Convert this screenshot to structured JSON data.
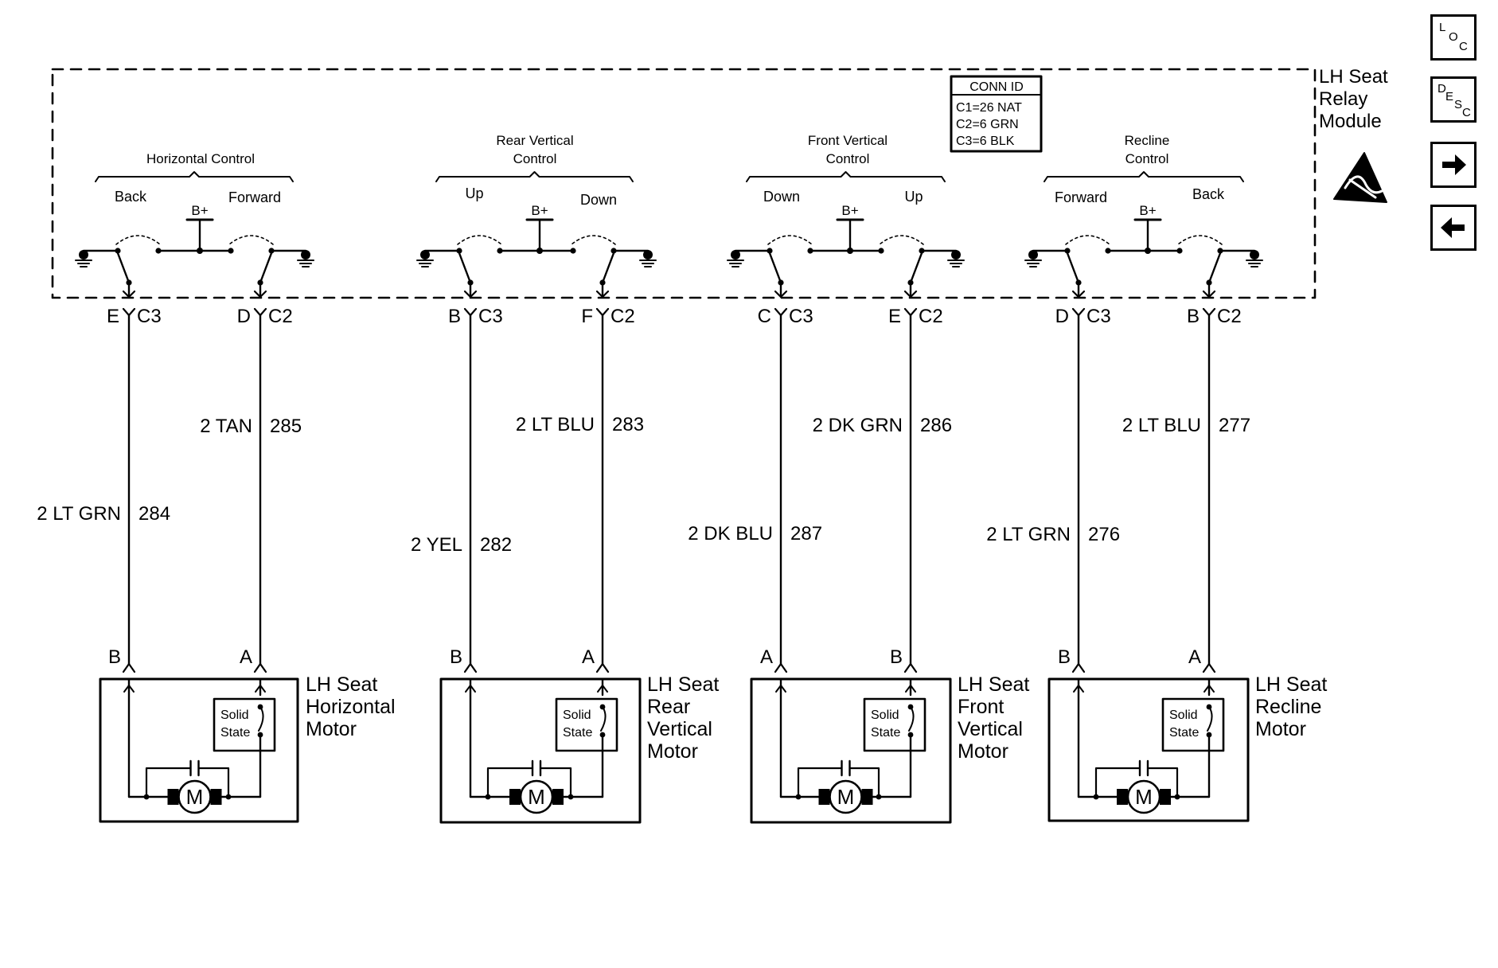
{
  "module": {
    "name_lines": [
      "LH Seat",
      "Relay",
      "Module"
    ],
    "b_plus": "B+",
    "conn_id": {
      "title": "CONN ID",
      "rows": [
        "C1=26 NAT",
        "C2=6 GRN",
        "C3=6 BLK"
      ]
    }
  },
  "groups": [
    {
      "control_lines": [
        "Horizontal Control"
      ],
      "left_dir": "Back",
      "right_dir": "Forward",
      "left_wire": {
        "module_pin": "E",
        "connector": "C3",
        "gauge_color": "2 LT GRN",
        "circuit": "284",
        "motor_pin": "B"
      },
      "right_wire": {
        "module_pin": "D",
        "connector": "C2",
        "gauge_color": "2 TAN",
        "circuit": "285",
        "motor_pin": "A"
      },
      "motor_label_lines": [
        "LH Seat",
        "Horizontal",
        "Motor"
      ],
      "solid_state_lines": [
        "Solid",
        "State"
      ],
      "motor_symbol": "M"
    },
    {
      "control_lines": [
        "Rear Vertical",
        "Control"
      ],
      "left_dir": "Up",
      "right_dir": "Down",
      "left_wire": {
        "module_pin": "B",
        "connector": "C3",
        "gauge_color": "2 YEL",
        "circuit": "282",
        "motor_pin": "B"
      },
      "right_wire": {
        "module_pin": "F",
        "connector": "C2",
        "gauge_color": "2 LT BLU",
        "circuit": "283",
        "motor_pin": "A"
      },
      "motor_label_lines": [
        "LH Seat",
        "Rear",
        "Vertical",
        "Motor"
      ],
      "solid_state_lines": [
        "Solid",
        "State"
      ],
      "motor_symbol": "M"
    },
    {
      "control_lines": [
        "Front Vertical",
        "Control"
      ],
      "left_dir": "Down",
      "right_dir": "Up",
      "left_wire": {
        "module_pin": "C",
        "connector": "C3",
        "gauge_color": "2 DK BLU",
        "circuit": "287",
        "motor_pin": "A"
      },
      "right_wire": {
        "module_pin": "E",
        "connector": "C2",
        "gauge_color": "2 DK GRN",
        "circuit": "286",
        "motor_pin": "B"
      },
      "motor_label_lines": [
        "LH Seat",
        "Front",
        "Vertical",
        "Motor"
      ],
      "solid_state_lines": [
        "Solid",
        "State"
      ],
      "motor_symbol": "M"
    },
    {
      "control_lines": [
        "Recline",
        "Control"
      ],
      "left_dir": "Forward",
      "right_dir": "Back",
      "left_wire": {
        "module_pin": "D",
        "connector": "C3",
        "gauge_color": "2 LT GRN",
        "circuit": "276",
        "motor_pin": "B"
      },
      "right_wire": {
        "module_pin": "B",
        "connector": "C2",
        "gauge_color": "2 LT BLU",
        "circuit": "277",
        "motor_pin": "A"
      },
      "motor_label_lines": [
        "LH Seat",
        "Recline",
        "Motor"
      ],
      "solid_state_lines": [
        "Solid",
        "State"
      ],
      "motor_symbol": "M"
    }
  ],
  "nav": {
    "loc_letters": [
      "L",
      "O",
      "C"
    ],
    "desc_letters": [
      "D",
      "E",
      "S",
      "C"
    ],
    "next_icon": "right-arrow",
    "prev_icon": "left-arrow",
    "next_glyph": "➔",
    "prev_glyph": "←",
    "esd_icon": "esd-warning-triangle"
  }
}
